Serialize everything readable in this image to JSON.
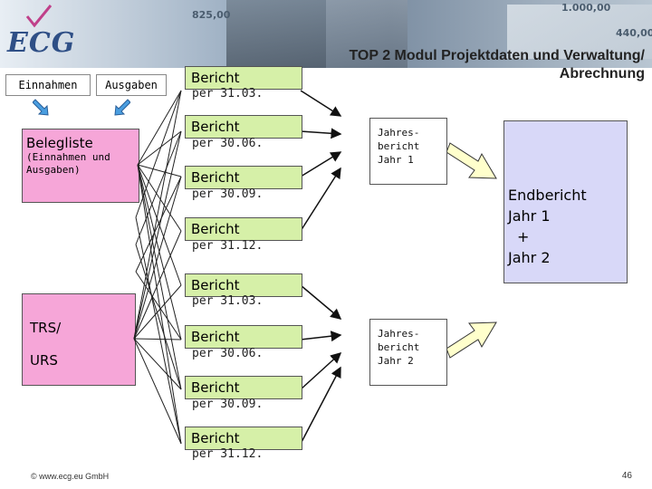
{
  "header": {
    "logo": "ECG",
    "title_line1": "TOP 2 Modul Projektdaten und Verwaltung/",
    "title_line2": "Abrechnung",
    "banner_numbers": [
      "825,00",
      "1.000,00",
      "440,00"
    ]
  },
  "tabs": {
    "einnahmen": "Einnahmen",
    "ausgaben": "Ausgaben"
  },
  "belegliste": {
    "title": "Belegliste",
    "subtitle_line1": "(Einnahmen und",
    "subtitle_line2": "Ausgaben)"
  },
  "trs": {
    "line1": "TRS/",
    "line2": "URS"
  },
  "berichte": [
    {
      "label": "Bericht",
      "date": "per 31.03."
    },
    {
      "label": "Bericht",
      "date": "per 30.06."
    },
    {
      "label": "Bericht",
      "date": "per 30.09."
    },
    {
      "label": "Bericht",
      "date": "per 31.12."
    },
    {
      "label": "Bericht",
      "date": "per 31.03."
    },
    {
      "label": "Bericht",
      "date": "per 30.06."
    },
    {
      "label": "Bericht",
      "date": "per 30.09."
    },
    {
      "label": "Bericht",
      "date": "per 31.12."
    }
  ],
  "jahr1": {
    "l1": "Jahres-",
    "l2": "bericht",
    "l3": "Jahr 1"
  },
  "jahr2": {
    "l1": "Jahres-",
    "l2": "bericht",
    "l3": "Jahr 2"
  },
  "endbericht": {
    "l1": "Endbericht",
    "l2": "Jahr 1",
    "l3": "+",
    "l4": "Jahr 2"
  },
  "footer": {
    "copyright": "© www.ecg.eu GmbH",
    "page": "46"
  },
  "colors": {
    "pink": "#f6a6d8",
    "green": "#d6f0a8",
    "lavender": "#d8d8f8",
    "arrow_yellow": "#ffffcc"
  }
}
